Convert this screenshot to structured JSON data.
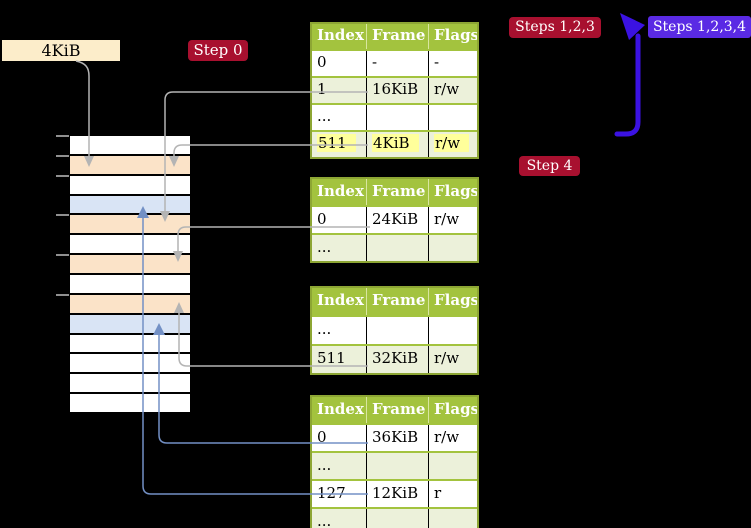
{
  "diagram": {
    "page_size_label": "4KiB",
    "badges": {
      "step0": "Step 0",
      "steps_123": "Steps 1,2,3",
      "steps_1234": "Steps 1,2,3,4",
      "step4": "Step 4"
    },
    "colors": {
      "background": "#000000",
      "badge_red": "#a8102f",
      "badge_blue": "#5a2ae4",
      "recursion_arrow_blue": "#3b12e2",
      "connector_gray": "#b4b4b4",
      "connector_steel_blue": "#7390c5",
      "table_header_green": "#a3c33e",
      "table_border_olive": "#8da634",
      "row_shade_green": "#ecf1da",
      "highlight_yellow": "#ffff9b",
      "frame_page_table_peach": "#fbe3c8",
      "frame_mapped_page_blue": "#d9e4f5",
      "label_box_wheat": "#fcedca"
    },
    "memory_strip": {
      "rows": [
        "free",
        "table",
        "free",
        "page",
        "table",
        "free",
        "table",
        "free",
        "table",
        "page",
        "free",
        "free",
        "free",
        "free"
      ]
    },
    "page_tables": [
      {
        "id": "page-table-1",
        "headers": [
          "Index",
          "Frame",
          "Flags"
        ],
        "rows": [
          [
            "0",
            "-",
            "-"
          ],
          [
            "1",
            "16KiB",
            "r/w"
          ],
          [
            "...",
            "",
            ""
          ],
          [
            "511",
            "4KiB",
            "r/w"
          ]
        ],
        "shaded_rows": [
          1,
          3
        ],
        "highlight_row": 3
      },
      {
        "id": "page-table-2",
        "headers": [
          "Index",
          "Frame",
          "Flags"
        ],
        "rows": [
          [
            "0",
            "24KiB",
            "r/w"
          ],
          [
            "...",
            "",
            ""
          ]
        ],
        "shaded_rows": [
          1
        ],
        "highlight_row": -1
      },
      {
        "id": "page-table-3",
        "headers": [
          "Index",
          "Frame",
          "Flags"
        ],
        "rows": [
          [
            "...",
            "",
            ""
          ],
          [
            "511",
            "32KiB",
            "r/w"
          ]
        ],
        "shaded_rows": [
          1
        ],
        "highlight_row": -1
      },
      {
        "id": "page-table-4",
        "headers": [
          "Index",
          "Frame",
          "Flags"
        ],
        "rows": [
          [
            "0",
            "36KiB",
            "r/w"
          ],
          [
            "...",
            "",
            ""
          ],
          [
            "127",
            "12KiB",
            "r"
          ],
          [
            "...",
            "",
            ""
          ]
        ],
        "shaded_rows": [
          1,
          3
        ],
        "highlight_row": -1
      }
    ]
  }
}
